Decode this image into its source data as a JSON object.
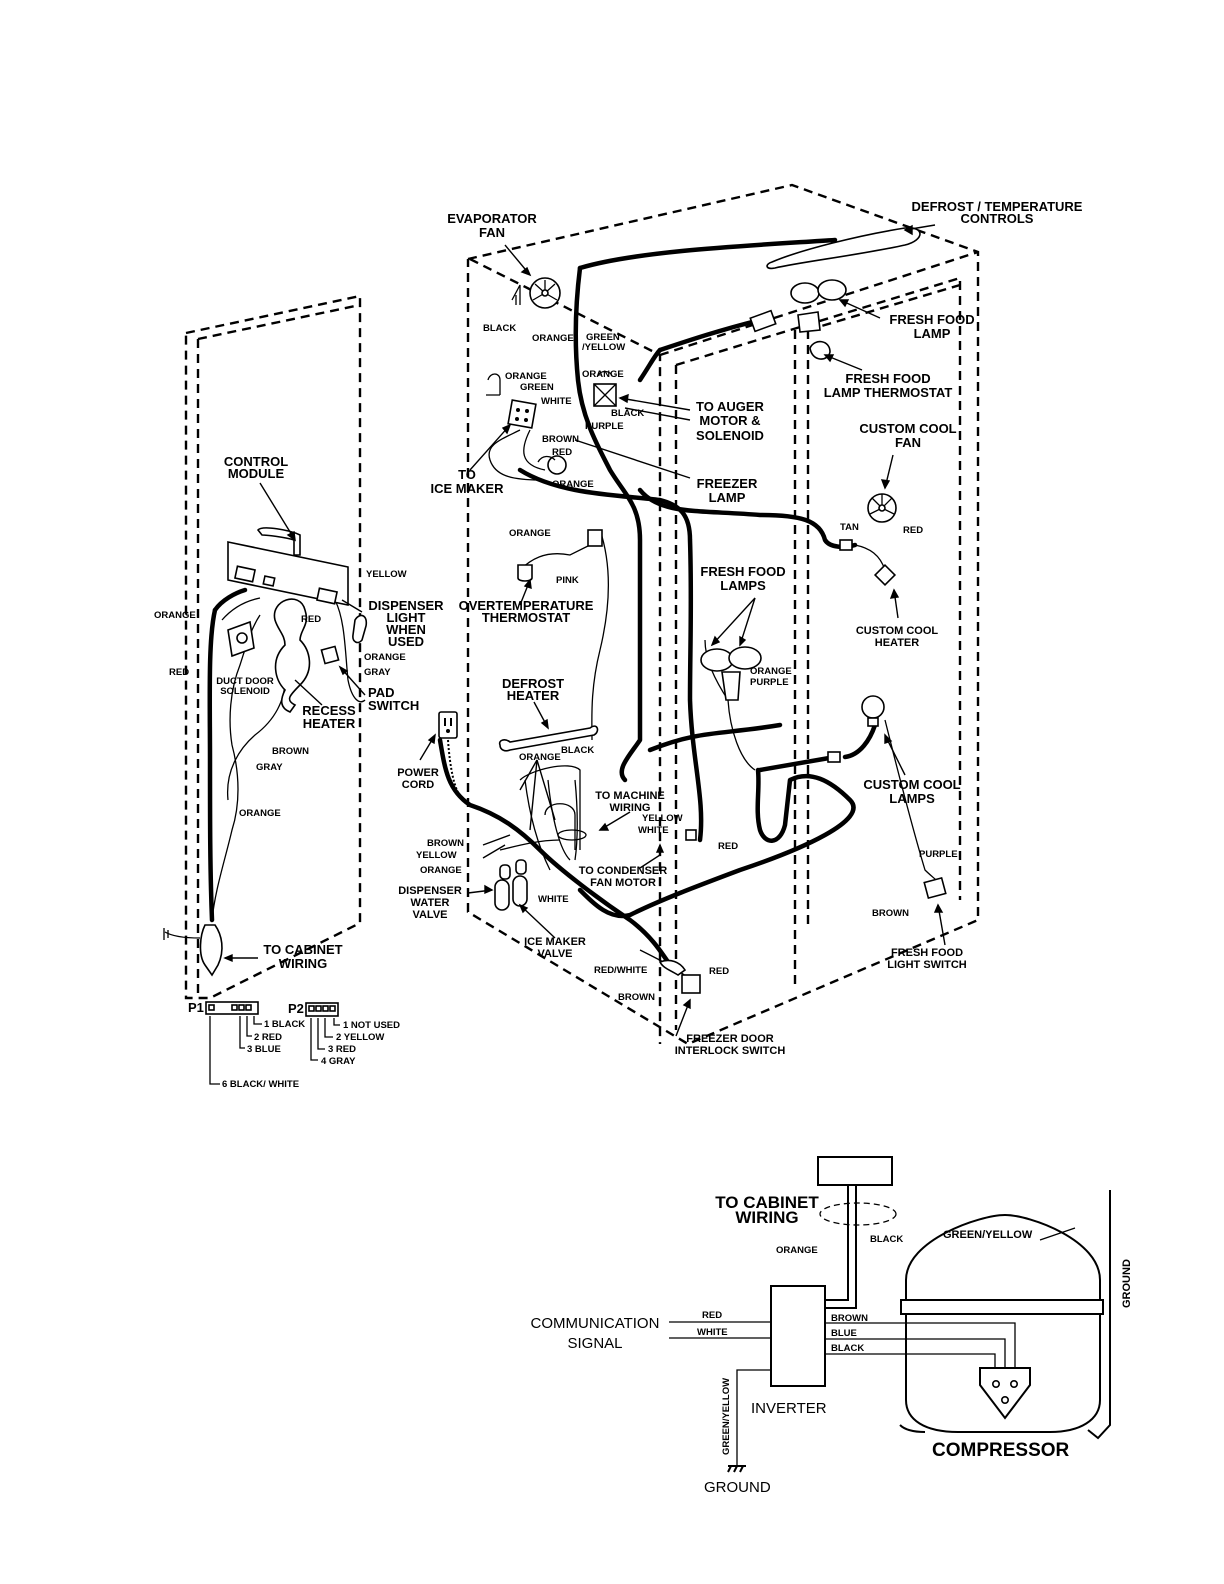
{
  "labels": {
    "evaporator_fan": [
      "EVAPORATOR",
      "FAN"
    ],
    "defrost_controls": [
      "DEFROST / TEMPERATURE",
      "CONTROLS"
    ],
    "fresh_food_lamp": [
      "FRESH FOOD",
      "LAMP"
    ],
    "fresh_food_lamp_thermostat": [
      "FRESH FOOD",
      "LAMP THERMOSTAT"
    ],
    "to_auger": [
      "TO AUGER",
      "MOTOR &",
      "SOLENOID"
    ],
    "custom_cool_fan": [
      "CUSTOM COOL",
      "FAN"
    ],
    "freezer_lamp": [
      "FREEZER",
      "LAMP"
    ],
    "to_ice_maker": [
      "TO",
      "ICE MAKER"
    ],
    "control_module": [
      "CONTROL",
      "MODULE"
    ],
    "dispenser_light": [
      "DISPENSER",
      "LIGHT",
      "WHEN",
      "USED"
    ],
    "overtemp_thermostat": [
      "OVERTEMPERATURE",
      "THERMOSTAT"
    ],
    "fresh_food_lamps": [
      "FRESH FOOD",
      "LAMPS"
    ],
    "custom_cool_heater": [
      "CUSTOM COOL",
      "HEATER"
    ],
    "duct_door_solenoid": [
      "DUCT DOOR",
      "SOLENOID"
    ],
    "pad_switch": [
      "PAD",
      "SWITCH"
    ],
    "recess_heater": [
      "RECESS",
      "HEATER"
    ],
    "defrost_heater": [
      "DEFROST",
      "HEATER"
    ],
    "power_cord": [
      "POWER",
      "CORD"
    ],
    "to_machine_wiring": [
      "TO MACHINE",
      "WIRING"
    ],
    "custom_cool_lamps": [
      "CUSTOM COOL",
      "LAMPS"
    ],
    "to_condenser": [
      "TO CONDENSER",
      "FAN MOTOR"
    ],
    "dispenser_water_valve": [
      "DISPENSER",
      "WATER",
      "VALVE"
    ],
    "ice_maker_valve": [
      "ICE MAKER",
      "VALVE"
    ],
    "to_cabinet_wiring": [
      "TO CABINET",
      "WIRING"
    ],
    "fresh_food_light_switch": [
      "FRESH FOOD",
      "LIGHT SWITCH"
    ],
    "freezer_door_interlock": [
      "FREEZER DOOR",
      "INTERLOCK SWITCH"
    ],
    "p1": "P1",
    "p2": "P2"
  },
  "wires": {
    "black": "BLACK",
    "orange": "ORANGE",
    "green_yellow": [
      "GREEN",
      "/YELLOW"
    ],
    "green": "GREEN",
    "white": "WHITE",
    "purple": "PURPLE",
    "brown": "BROWN",
    "red": "RED",
    "yellow": "YELLOW",
    "gray": "GRAY",
    "pink": "PINK",
    "tan": "TAN",
    "red_white": "RED/WHITE"
  },
  "p1_pins": [
    "1 BLACK",
    "2 RED",
    "3 BLUE",
    "6 BLACK/ WHITE"
  ],
  "p2_pins": [
    "1 NOT USED",
    "2 YELLOW",
    "3 RED",
    "4 GRAY"
  ],
  "schematic": {
    "to_cabinet_wiring": [
      "TO CABINET",
      "WIRING"
    ],
    "orange": "ORANGE",
    "black": "BLACK",
    "green_yellow": "GREEN/YELLOW",
    "ground": "GROUND",
    "communication_signal": [
      "COMMUNICATION",
      "SIGNAL"
    ],
    "red": "RED",
    "white": "WHITE",
    "brown": "BROWN",
    "blue": "BLUE",
    "black2": "BLACK",
    "inverter": "INVERTER",
    "compressor": "COMPRESSOR",
    "ground_bottom": "GROUND",
    "green_yellow_vertical": "GREEN/YELLOW"
  }
}
